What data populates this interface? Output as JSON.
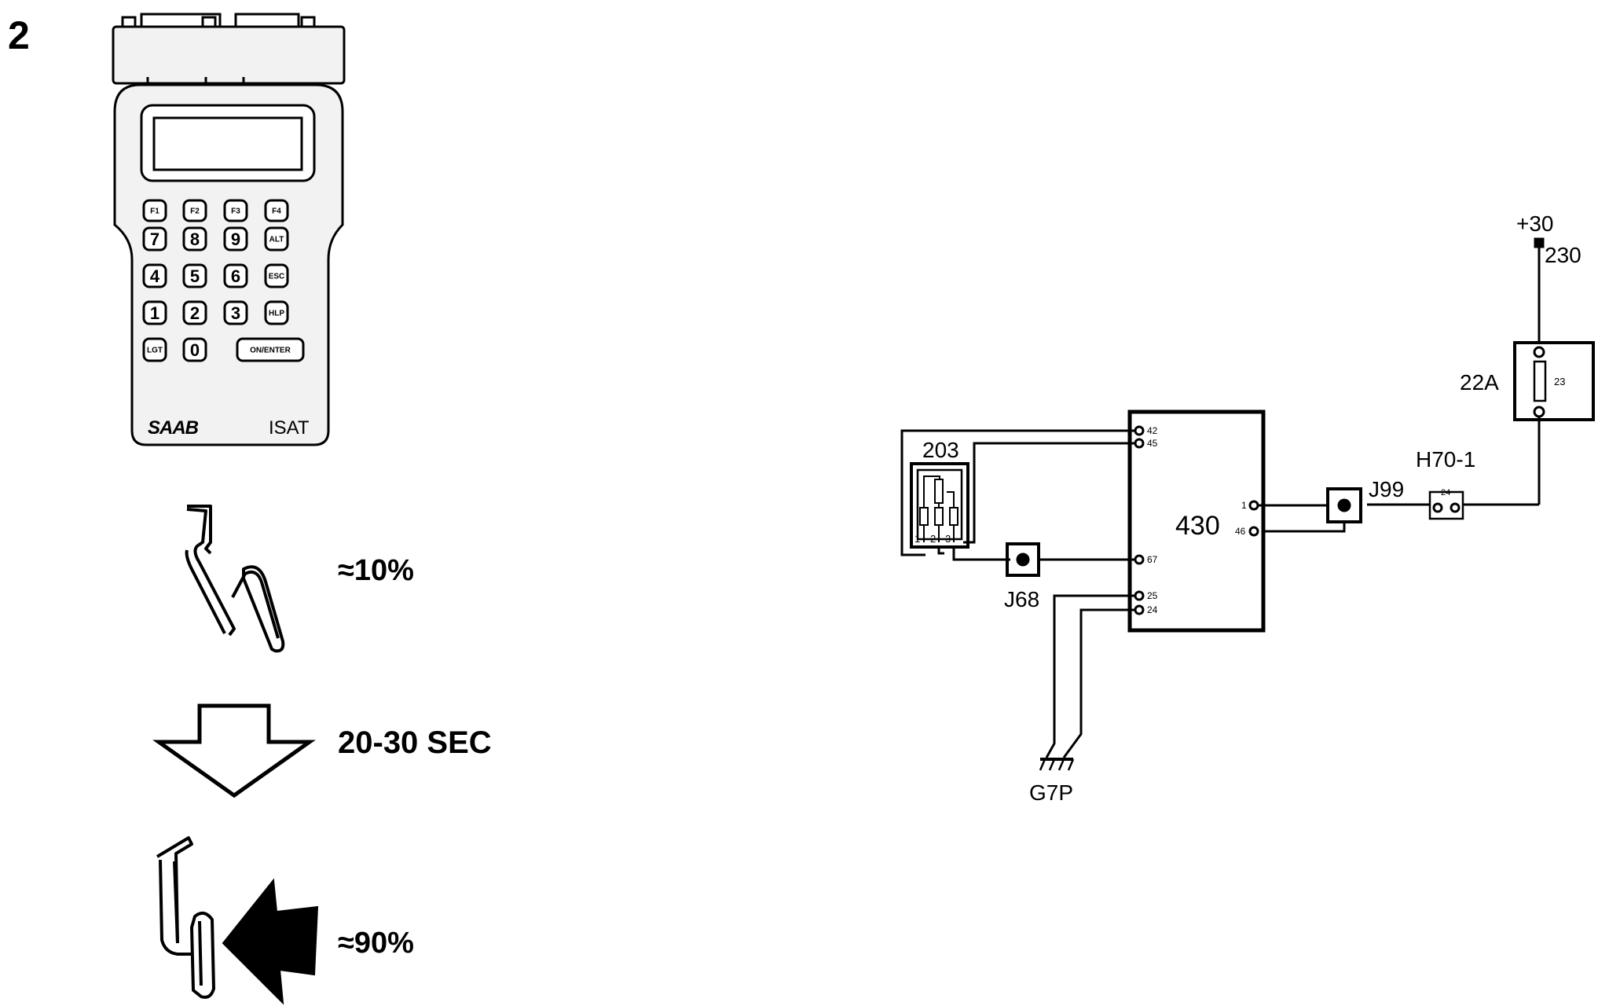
{
  "step_number": "2",
  "tester": {
    "brand": "SAAB",
    "model": "ISAT",
    "fkeys": [
      "F1",
      "F2",
      "F3",
      "F4"
    ],
    "keypad": [
      [
        "7",
        "8",
        "9",
        "ALT"
      ],
      [
        "4",
        "5",
        "6",
        "ESC"
      ],
      [
        "1",
        "2",
        "3",
        "HLP"
      ],
      [
        "LGT",
        "0",
        "ON/ENTER"
      ]
    ]
  },
  "procedure": {
    "pedal_start_label": "≈10%",
    "duration_label": "20-30 SEC",
    "pedal_end_label": "≈90%"
  },
  "circuit": {
    "supply_label": "+30",
    "wire_230": "230",
    "fuse_block": "22A",
    "fuse_number": "23",
    "connector_h70": "H70-1",
    "connector_h70_pin": "24",
    "junction_j99": "J99",
    "junction_j68": "J68",
    "ecu_label": "430",
    "sensor_label": "203",
    "sensor_pins": [
      "1",
      "2",
      "3"
    ],
    "ground_label": "G7P",
    "ecu_pins": {
      "p42": "42",
      "p45": "45",
      "p67": "67",
      "p25": "25",
      "p24": "24",
      "p1": "1",
      "p46": "46"
    }
  },
  "colors": {
    "ink": "#000000",
    "paper": "#ffffff",
    "device_fill": "#f2f2f2"
  }
}
